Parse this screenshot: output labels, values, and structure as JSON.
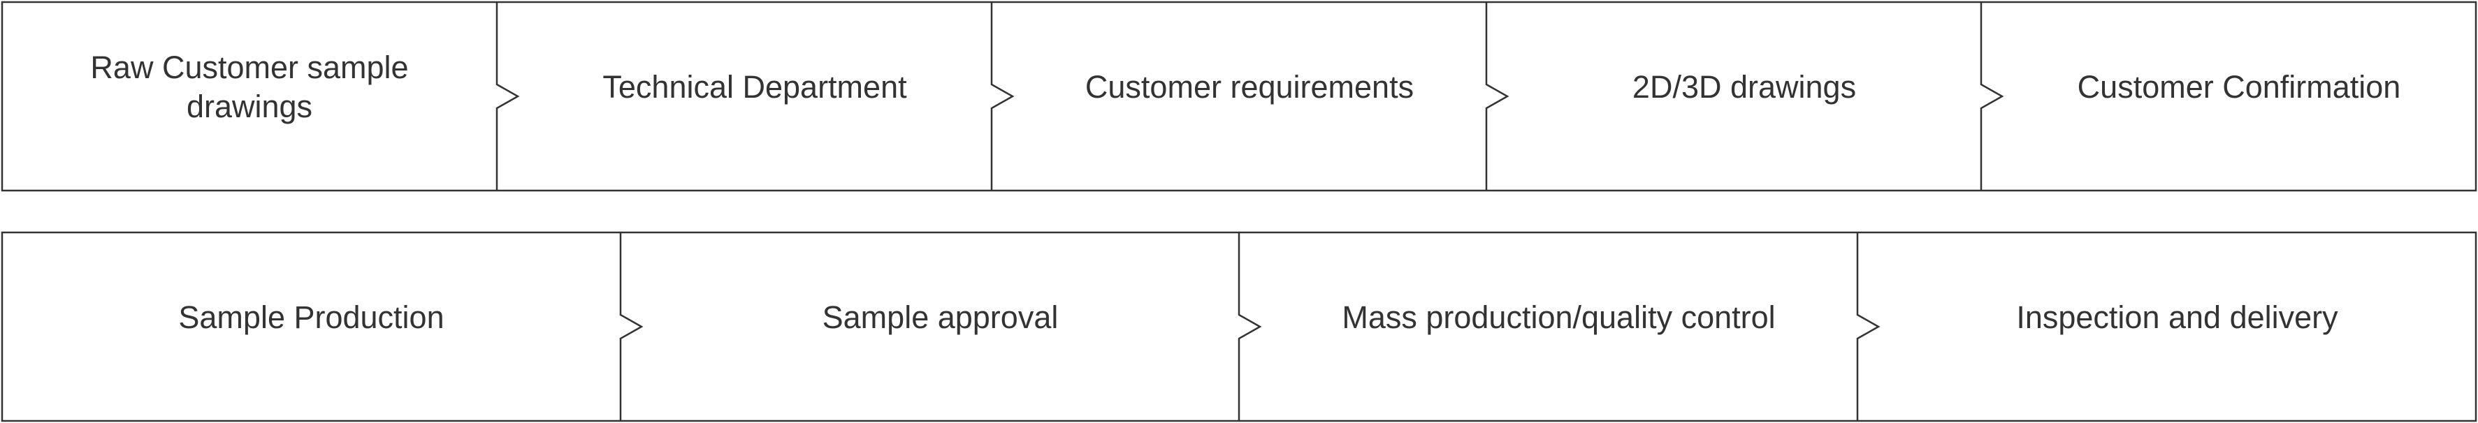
{
  "rows": [
    {
      "steps": [
        {
          "label_lines": [
            "Raw Customer sample",
            "drawings"
          ]
        },
        {
          "label_lines": [
            "Technical Department"
          ]
        },
        {
          "label_lines": [
            "Customer requirements"
          ]
        },
        {
          "label_lines": [
            "2D/3D drawings"
          ]
        },
        {
          "label_lines": [
            "Customer Confirmation"
          ]
        }
      ]
    },
    {
      "steps": [
        {
          "label_lines": [
            "Sample Production"
          ]
        },
        {
          "label_lines": [
            "Sample approval"
          ]
        },
        {
          "label_lines": [
            "Mass production/quality control"
          ]
        },
        {
          "label_lines": [
            "Inspection and delivery"
          ]
        }
      ]
    }
  ],
  "colors": {
    "line": "#333333",
    "text": "#333333",
    "background": "#ffffff"
  }
}
